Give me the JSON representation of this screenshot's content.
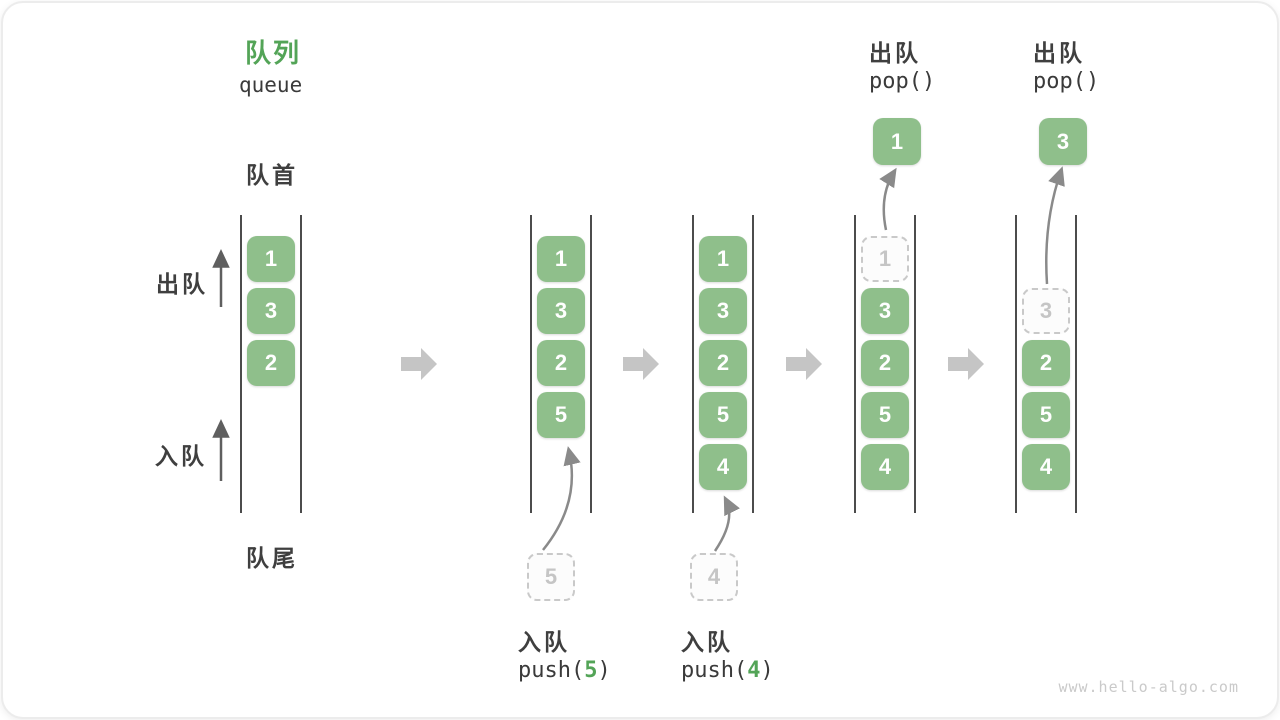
{
  "header": {
    "title": "队列",
    "subtitle": "queue"
  },
  "side_labels": {
    "front": "队首",
    "dequeue": "出队",
    "enqueue": "入队",
    "rear": "队尾"
  },
  "watermark": "www.hello-algo.com",
  "colors": {
    "box_green": "#8FBF8B",
    "accent_green": "#53A457",
    "label_dark": "#3F3F3F",
    "code_text": "#3A3A3A",
    "rail": "#4C4C4C",
    "flow_arrow": "#C5C5C5",
    "curve_arrow": "#8A8A8A",
    "ghost_border": "#C9C9C9",
    "ghost_text": "#C5C5C5",
    "watermark": "#CACACA"
  },
  "columns": [
    {
      "id": "state-initial",
      "slots": [
        {
          "row": 1,
          "value": "1",
          "state": "filled"
        },
        {
          "row": 2,
          "value": "3",
          "state": "filled"
        },
        {
          "row": 3,
          "value": "2",
          "state": "filled"
        }
      ]
    },
    {
      "id": "state-after-push-5",
      "slots": [
        {
          "row": 1,
          "value": "1",
          "state": "filled"
        },
        {
          "row": 2,
          "value": "3",
          "state": "filled"
        },
        {
          "row": 3,
          "value": "2",
          "state": "filled"
        },
        {
          "row": 4,
          "value": "5",
          "state": "filled"
        }
      ],
      "incoming_item": {
        "value": "5"
      },
      "bottom_label": {
        "action": "入队",
        "code_prefix": "push(",
        "code_arg": "5",
        "code_suffix": ")"
      }
    },
    {
      "id": "state-after-push-4",
      "slots": [
        {
          "row": 1,
          "value": "1",
          "state": "filled"
        },
        {
          "row": 2,
          "value": "3",
          "state": "filled"
        },
        {
          "row": 3,
          "value": "2",
          "state": "filled"
        },
        {
          "row": 4,
          "value": "5",
          "state": "filled"
        },
        {
          "row": 5,
          "value": "4",
          "state": "filled"
        }
      ],
      "incoming_item": {
        "value": "4"
      },
      "bottom_label": {
        "action": "入队",
        "code_prefix": "push(",
        "code_arg": "4",
        "code_suffix": ")"
      }
    },
    {
      "id": "state-after-pop-1",
      "slots": [
        {
          "row": 1,
          "value": "1",
          "state": "removed"
        },
        {
          "row": 2,
          "value": "3",
          "state": "filled"
        },
        {
          "row": 3,
          "value": "2",
          "state": "filled"
        },
        {
          "row": 4,
          "value": "5",
          "state": "filled"
        },
        {
          "row": 5,
          "value": "4",
          "state": "filled"
        }
      ],
      "outgoing_item": {
        "value": "1"
      },
      "top_label": {
        "action": "出队",
        "code": "pop()"
      }
    },
    {
      "id": "state-after-pop-3",
      "slots": [
        {
          "row": 2,
          "value": "3",
          "state": "removed"
        },
        {
          "row": 3,
          "value": "2",
          "state": "filled"
        },
        {
          "row": 4,
          "value": "5",
          "state": "filled"
        },
        {
          "row": 5,
          "value": "4",
          "state": "filled"
        }
      ],
      "outgoing_item": {
        "value": "3"
      },
      "top_label": {
        "action": "出队",
        "code": "pop()"
      }
    }
  ]
}
